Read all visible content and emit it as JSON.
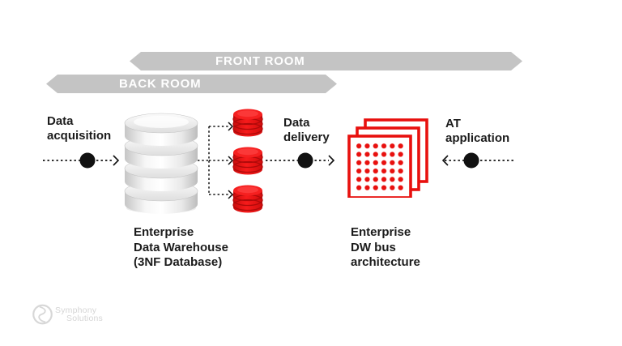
{
  "banners": {
    "front_room": {
      "label": "FRONT ROOM"
    },
    "back_room": {
      "label": "BACK ROOM"
    }
  },
  "flow": {
    "data_acquisition": {
      "label": "Data\nacquisition"
    },
    "edw": {
      "caption": "Enterprise\nData Warehouse\n(3NF Database)"
    },
    "data_delivery": {
      "label": "Data\ndelivery"
    },
    "dw_bus": {
      "caption": "Enterprise\nDW bus\narchitecture"
    },
    "at_application": {
      "label": "AT\napplication"
    }
  },
  "logo": {
    "line1": "Symphony",
    "line2": "Solutions"
  },
  "icons": {
    "warehouse": "database-cylinder-icon",
    "data_marts": "red-database-cylinder-icon",
    "dw_bus": "stacked-dot-matrix-icon",
    "flow_nodes": "black-dot-node",
    "connectors": "dashed-arrow"
  },
  "colors": {
    "accent_red": "#e8100e",
    "dark_red_rim": "#b00a0a",
    "banner_gray": "#c4c4c4",
    "banner_text": "#ffffff",
    "text_black": "#1c1c1c",
    "node_black": "#111111",
    "logo_gray": "#d5d5d5",
    "background": "#ffffff"
  }
}
